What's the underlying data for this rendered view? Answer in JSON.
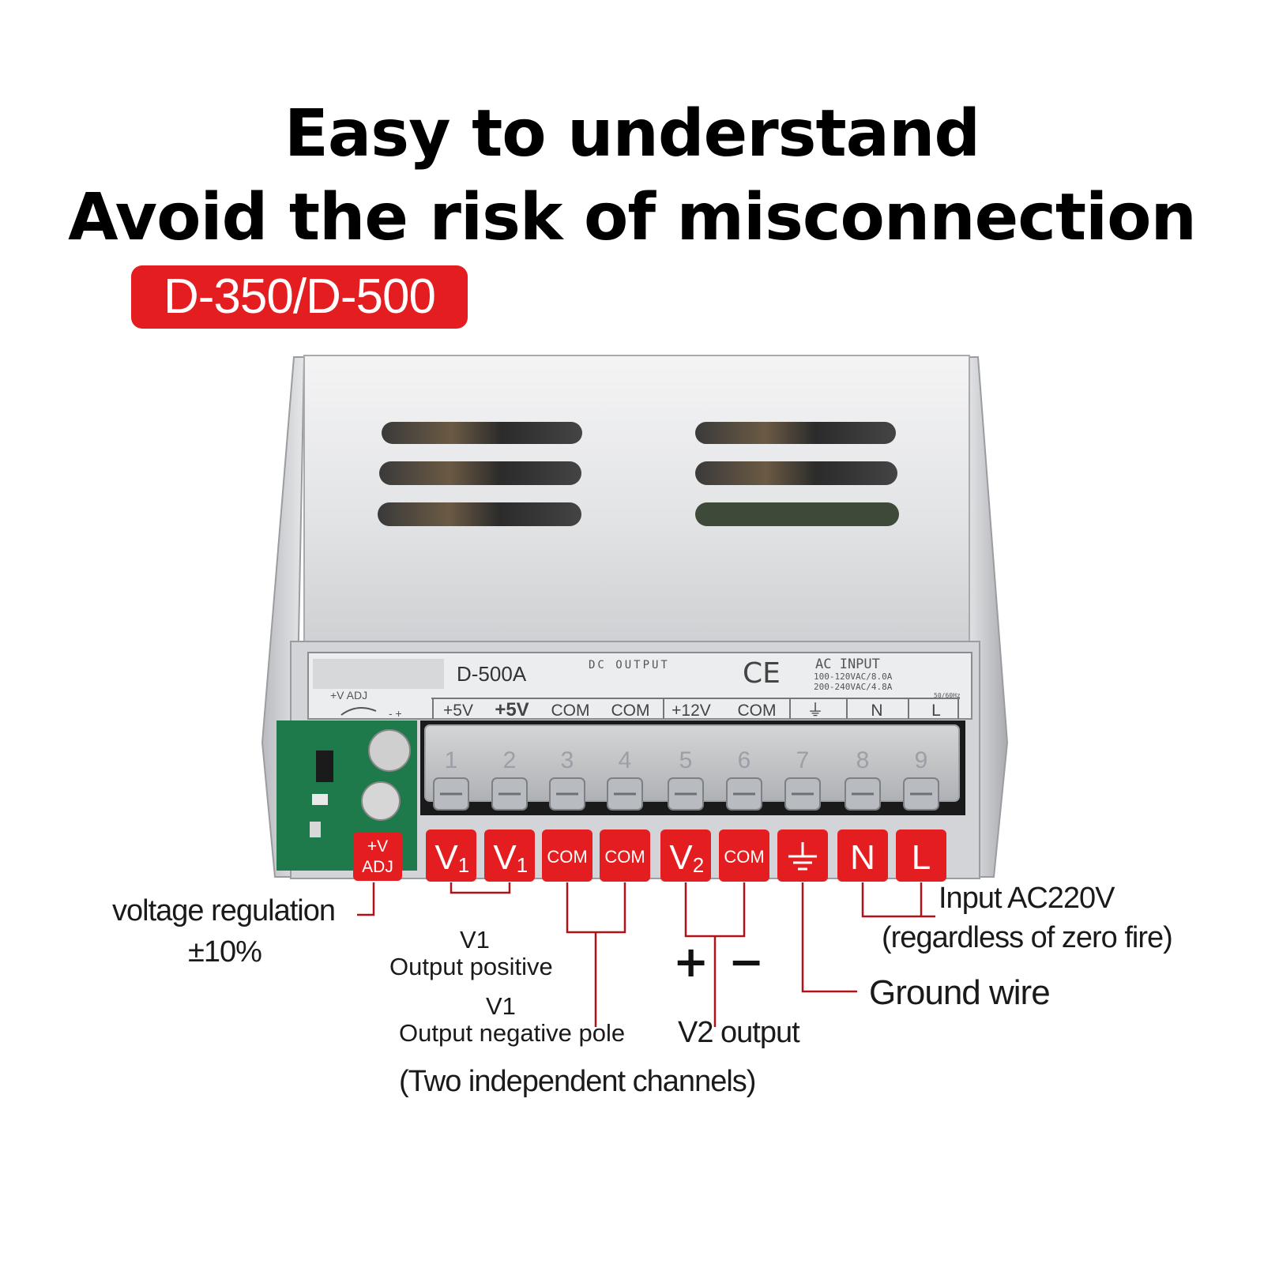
{
  "header": {
    "line1": "Easy to understand",
    "line2": "Avoid the risk of misconnection",
    "model": "D-350/D-500"
  },
  "device_label": {
    "model": "D-500A",
    "dc_output": "DC OUTPUT",
    "ce_mark": "CE",
    "ac_input": "AC INPUT",
    "ac_line1": "100-120VAC/8.0A",
    "ac_line2": "200-240VAC/4.8A",
    "ac_freq": "50/60Hz",
    "adj_label": "+V ADJ",
    "adj_marks": "- +",
    "strip": [
      "+5V",
      "+5V",
      "COM",
      "COM",
      "+12V",
      "COM",
      "⏚",
      "N",
      "L"
    ]
  },
  "terminal_numbers": [
    "1",
    "2",
    "3",
    "4",
    "5",
    "6",
    "7",
    "8",
    "9"
  ],
  "tags": {
    "adj_line1": "+V",
    "adj_line2": "ADJ",
    "terminals": [
      {
        "main": "V",
        "sub": "1",
        "icon": ""
      },
      {
        "main": "V",
        "sub": "1",
        "icon": ""
      },
      {
        "main": "COM",
        "sub": "",
        "icon": ""
      },
      {
        "main": "COM",
        "sub": "",
        "icon": ""
      },
      {
        "main": "V",
        "sub": "2",
        "icon": ""
      },
      {
        "main": "COM",
        "sub": "",
        "icon": ""
      },
      {
        "main": "",
        "sub": "",
        "icon": "ground-icon"
      },
      {
        "main": "N",
        "sub": "",
        "icon": ""
      },
      {
        "main": "L",
        "sub": "",
        "icon": ""
      }
    ]
  },
  "annotations": {
    "voltage_regulation": "voltage regulation",
    "voltage_range": "±10%",
    "v1_pos_title": "V1",
    "v1_pos_desc": "Output positive",
    "v1_neg_title": "V1",
    "v1_neg_desc": "Output negative pole",
    "two_channels": "(Two independent channels)",
    "plus": "+",
    "minus": "−",
    "v2_output": "V2 output",
    "input_ac": "Input AC220V",
    "zero_fire": "(regardless of zero fire)",
    "ground_wire": "Ground wire"
  },
  "colors": {
    "accent_red": "#e41e20",
    "leader_line": "#b01218",
    "housing": "#d9dadc",
    "pcb": "#1e7a4a"
  }
}
